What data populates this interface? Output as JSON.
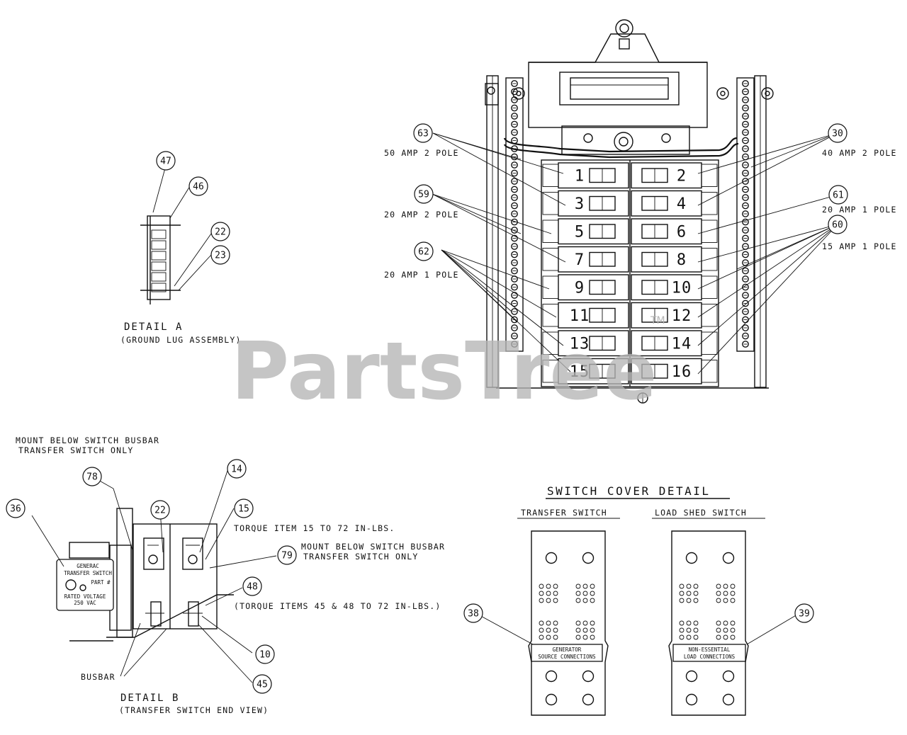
{
  "watermark": {
    "text": "PartsTree",
    "tm": "TM"
  },
  "callouts": [
    "63",
    "59",
    "62",
    "30",
    "61",
    "60",
    "47",
    "46",
    "22",
    "23",
    "78",
    "22",
    "14",
    "15",
    "36",
    "79",
    "48",
    "10",
    "45",
    "38",
    "39"
  ],
  "panel": {
    "breakers_left": [
      "1",
      "3",
      "5",
      "7",
      "9",
      "11",
      "13",
      "15"
    ],
    "breakers_right": [
      "2",
      "4",
      "6",
      "8",
      "10",
      "12",
      "14",
      "16"
    ],
    "notes": {
      "amp50_2pole": "50 AMP 2 POLE",
      "amp20_2pole": "20 AMP 2 POLE",
      "amp20_1pole_left": "20 AMP 1 POLE",
      "amp40_2pole": "40 AMP 2 POLE",
      "amp20_1pole_right": "20 AMP 1 POLE",
      "amp15_1pole": "15 AMP 1 POLE"
    }
  },
  "detail_a": {
    "title": "DETAIL A",
    "subtitle": "(GROUND LUG ASSEMBLY)"
  },
  "detail_b": {
    "title": "DETAIL B",
    "subtitle": "(TRANSFER SWITCH END VIEW)",
    "mount_note_1": "MOUNT BELOW SWITCH BUSBAR",
    "mount_note_2": "TRANSFER SWITCH ONLY",
    "torque_1": "TORQUE ITEM 15 TO 72 IN-LBS.",
    "mount_79_1": "MOUNT BELOW SWITCH BUSBAR",
    "mount_79_2": "TRANSFER SWITCH ONLY",
    "torque_2": "(TORQUE ITEMS 45 & 48 TO 72 IN-LBS.)",
    "busbar": "BUSBAR",
    "label_brand": "GENERAC",
    "label_type": "TRANSFER SWITCH",
    "label_part": "PART #",
    "label_rated": "RATED VOLTAGE",
    "label_volts": "250 VAC"
  },
  "cover_detail": {
    "title": "SWITCH COVER DETAIL",
    "left_heading": "TRANSFER SWITCH",
    "right_heading": "LOAD SHED SWITCH",
    "left_label_1": "GENERATOR",
    "left_label_2": "SOURCE CONNECTIONS",
    "right_label_1": "NON-ESSENTIAL",
    "right_label_2": "LOAD CONNECTIONS"
  }
}
